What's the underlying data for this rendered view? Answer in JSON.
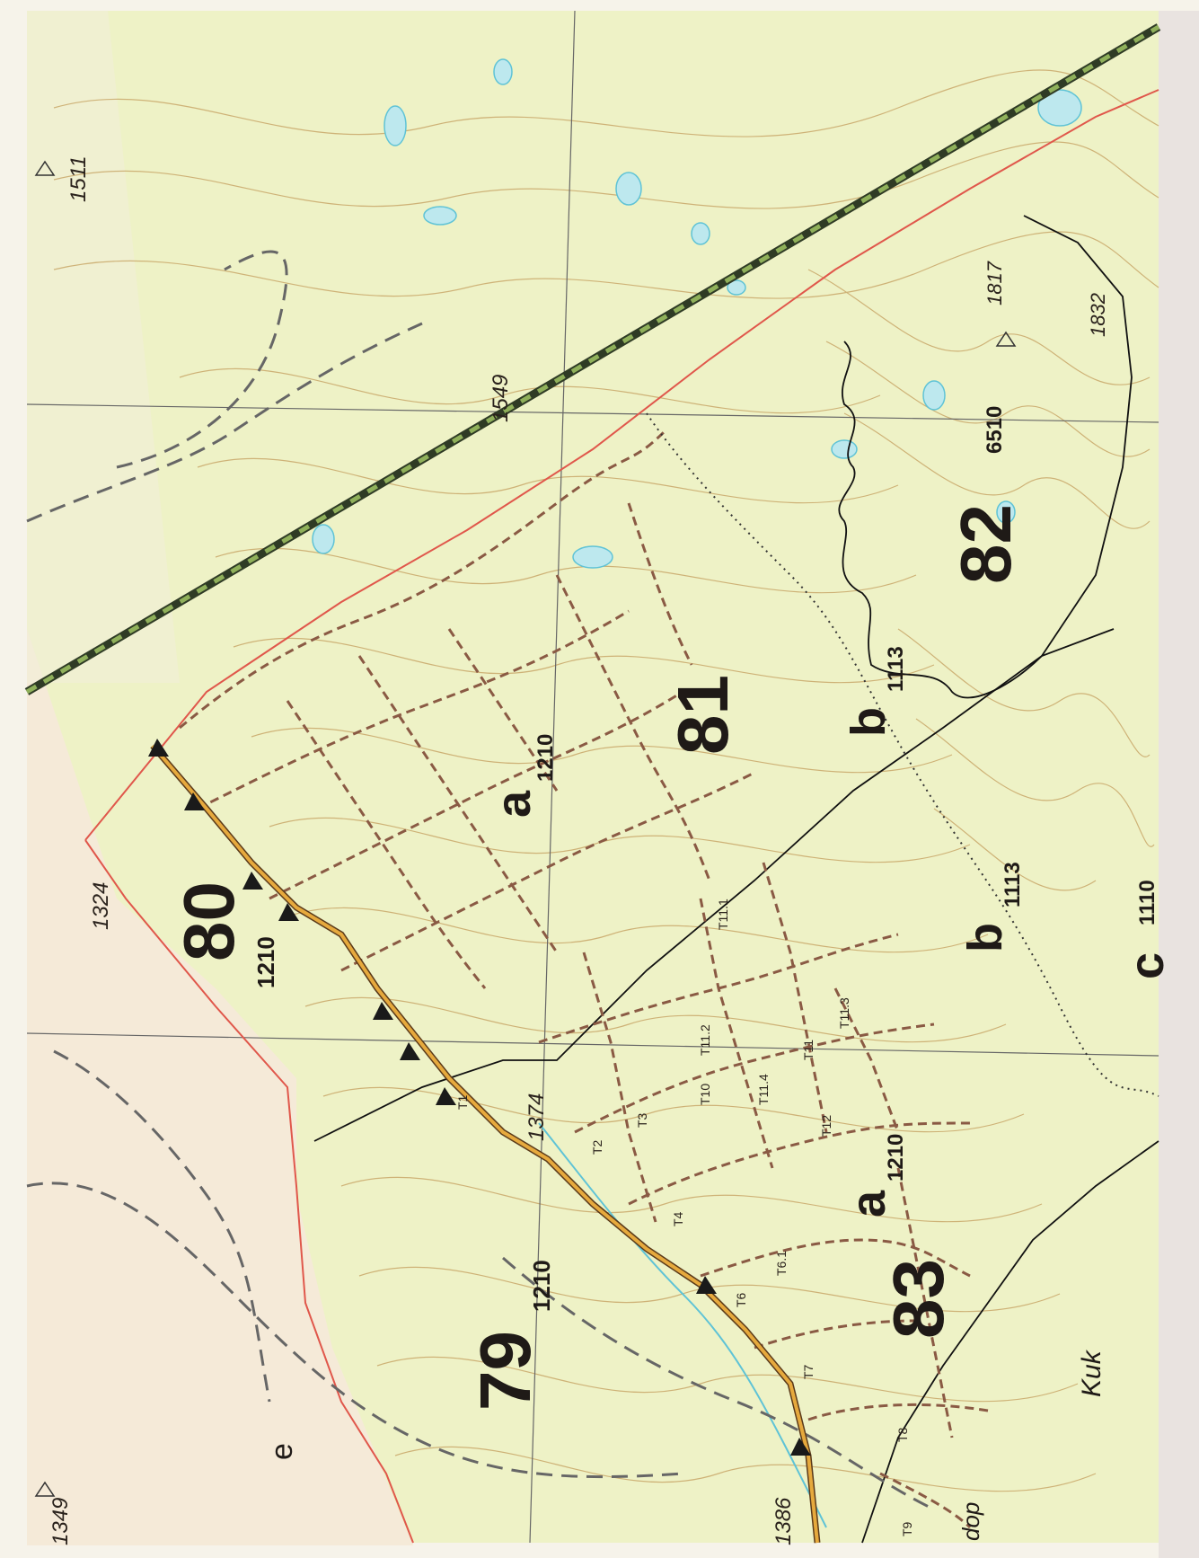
{
  "colors": {
    "map_bg": "#eef2c6",
    "contour": "#c9a86a",
    "compartment_border": "#e0574b",
    "trail": "#8a5a44",
    "main_trail": "#d99a3a",
    "power_line": "#3a4a2a",
    "power_line_dash": "#7b9a4c",
    "water": "#5fc3d6",
    "road": "#555555",
    "boundary": "#111111"
  },
  "compartments": [
    {
      "id": "79",
      "number": "79",
      "sub": "1210"
    },
    {
      "id": "80",
      "number": "80",
      "sub": "1210"
    },
    {
      "id": "81",
      "number": "81",
      "sub": ""
    },
    {
      "id": "82",
      "number": "82",
      "sub": "6510"
    },
    {
      "id": "83",
      "number": "83",
      "sub": ""
    }
  ],
  "sub_compartments": [
    {
      "id": "a-81",
      "letter": "a",
      "sub": "1210"
    },
    {
      "id": "b-81",
      "letter": "b",
      "sub": "1113"
    },
    {
      "id": "b-82",
      "letter": "b",
      "sub": "1113"
    },
    {
      "id": "a-83",
      "letter": "a",
      "sub": "1210"
    },
    {
      "id": "c-82",
      "letter": "c",
      "sub": "1110"
    }
  ],
  "elevations": [
    {
      "id": "e1511",
      "label": "1511"
    },
    {
      "id": "e1549",
      "label": "1549"
    },
    {
      "id": "e1324",
      "label": "1324"
    },
    {
      "id": "e1374",
      "label": "1374"
    },
    {
      "id": "e1817",
      "label": "1817"
    },
    {
      "id": "e1832",
      "label": "1832"
    },
    {
      "id": "e1349",
      "label": "1349"
    },
    {
      "id": "e1386",
      "label": "1386"
    }
  ],
  "trail_labels": [
    "T1",
    "T2",
    "T3",
    "T4",
    "T6",
    "T6.1",
    "T7",
    "T8",
    "T9",
    "T10",
    "T11",
    "T11.1",
    "T11.2",
    "T11.3",
    "T11.4",
    "T12"
  ],
  "misc_labels": {
    "letter_e": "e",
    "river_name": "Kuk",
    "road_name": "dop"
  }
}
